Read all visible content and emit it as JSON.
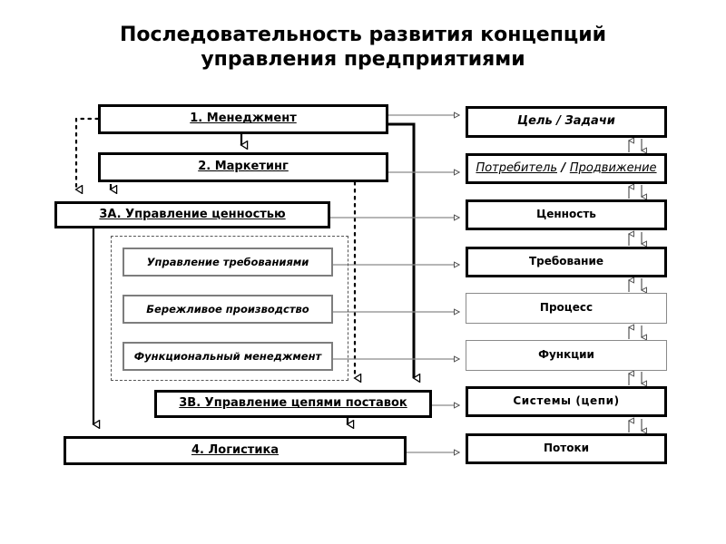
{
  "title": {
    "line1": "Последовательность развития концепций",
    "line2": "управления предприятиями"
  },
  "left_column": {
    "stages": [
      {
        "id": "management",
        "label": "1. Менеджмент"
      },
      {
        "id": "marketing",
        "label": "2. Маркетинг"
      },
      {
        "id": "value-management",
        "label": "3A. Управление ценностью"
      },
      {
        "id": "supply-chain-management",
        "label": "3B. Управление цепями поставок"
      },
      {
        "id": "logistics",
        "label": "4. Логистика"
      }
    ],
    "subgroup": {
      "items": [
        {
          "id": "requirements-management",
          "label": "Управление требованиями"
        },
        {
          "id": "lean-production",
          "label": "Бережливое производство"
        },
        {
          "id": "functional-management",
          "label": "Функциональный менеджмент"
        }
      ]
    }
  },
  "right_column": {
    "items": [
      {
        "id": "goal-tasks",
        "label": "Цель / Задачи",
        "part1": "Цель",
        "sep": " / ",
        "part2": "Задачи"
      },
      {
        "id": "consumer-promotion",
        "label": "Потребитель / Продвижение",
        "part1": "Потребитель",
        "sep": " / ",
        "part2": "Продвижение"
      },
      {
        "id": "value",
        "label": "Ценность"
      },
      {
        "id": "requirement",
        "label": "Требование"
      },
      {
        "id": "process",
        "label": "Процесс"
      },
      {
        "id": "functions",
        "label": "Функции"
      },
      {
        "id": "systems-chains",
        "label": "Системы (цепи)"
      },
      {
        "id": "flows",
        "label": "Потоки"
      }
    ]
  },
  "colors": {
    "stroke_strong": "#000000",
    "stroke_light": "#8a8a8a",
    "stroke_mid": "#7d7d7d",
    "background": "#ffffff"
  }
}
